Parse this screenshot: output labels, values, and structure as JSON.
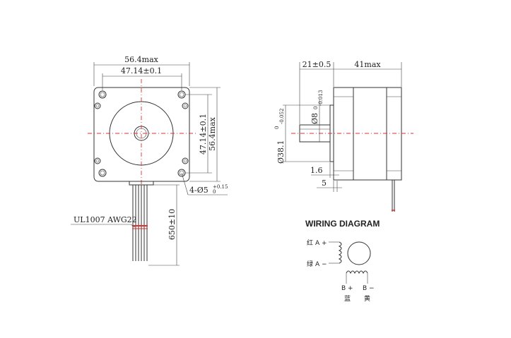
{
  "front_view": {
    "dim_width_max": "56.4max",
    "dim_hole_spacing_h": "47.14±0.1",
    "dim_hole_spacing_v": "47.14±0.1",
    "dim_height_max": "56.4max",
    "dim_holes_prefix": "4-",
    "dim_holes_value": "5",
    "dim_holes_tol_upper": "+0.15",
    "dim_holes_tol_lower": "0",
    "cable_label": "UL1007 AWG22",
    "cable_length": "650±10"
  },
  "side_view": {
    "dim_shaft_length": "21±0.5",
    "dim_body_length": "41max",
    "dim_shaft_dia": "8",
    "dim_shaft_dia_tol_upper": "0",
    "dim_shaft_dia_tol_lower": "-0.013",
    "dim_boss_dia": "38.1",
    "dim_boss_dia_tol_upper": "0",
    "dim_boss_dia_tol_lower": "-0.052",
    "dim_boss_height": "1.6",
    "dim_flange_thickness": "5"
  },
  "wiring": {
    "title": "WIRING DIAGRAM",
    "a_plus_color": "红",
    "a_plus": "A +",
    "a_minus_color": "绿",
    "a_minus": "A −",
    "b_plus": "B +",
    "b_minus": "B −",
    "b_plus_color": "蓝",
    "b_minus_color": "黄"
  },
  "colors": {
    "centerline": "#e03030",
    "line": "#333333"
  }
}
